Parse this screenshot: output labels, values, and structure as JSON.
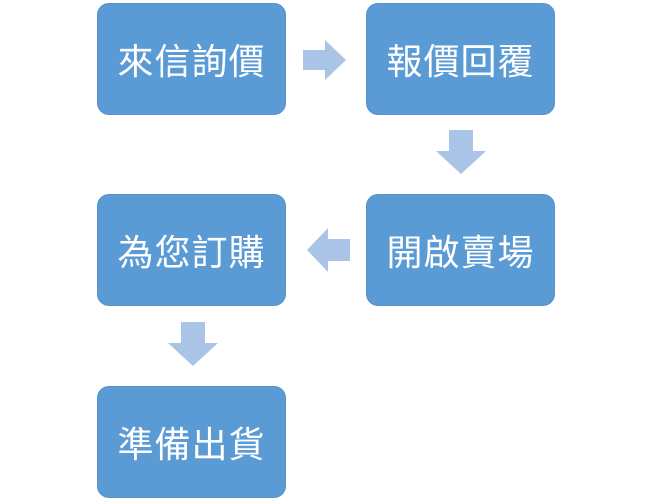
{
  "diagram": {
    "steps": [
      {
        "label": "來信詢價"
      },
      {
        "label": "報價回覆"
      },
      {
        "label": "開啟賣場"
      },
      {
        "label": "為您訂購"
      },
      {
        "label": "準備出貨"
      }
    ],
    "arrows": [
      {
        "from": "來信詢價",
        "to": "報價回覆",
        "direction": "right"
      },
      {
        "from": "報價回覆",
        "to": "開啟賣場",
        "direction": "down"
      },
      {
        "from": "開啟賣場",
        "to": "為您訂購",
        "direction": "left"
      },
      {
        "from": "為您訂購",
        "to": "準備出貨",
        "direction": "down"
      }
    ],
    "colors": {
      "box_fill": "#5b9bd5",
      "box_border": "#5590c9",
      "box_text": "#ffffff",
      "arrow_fill": "#a9c4e6"
    }
  }
}
